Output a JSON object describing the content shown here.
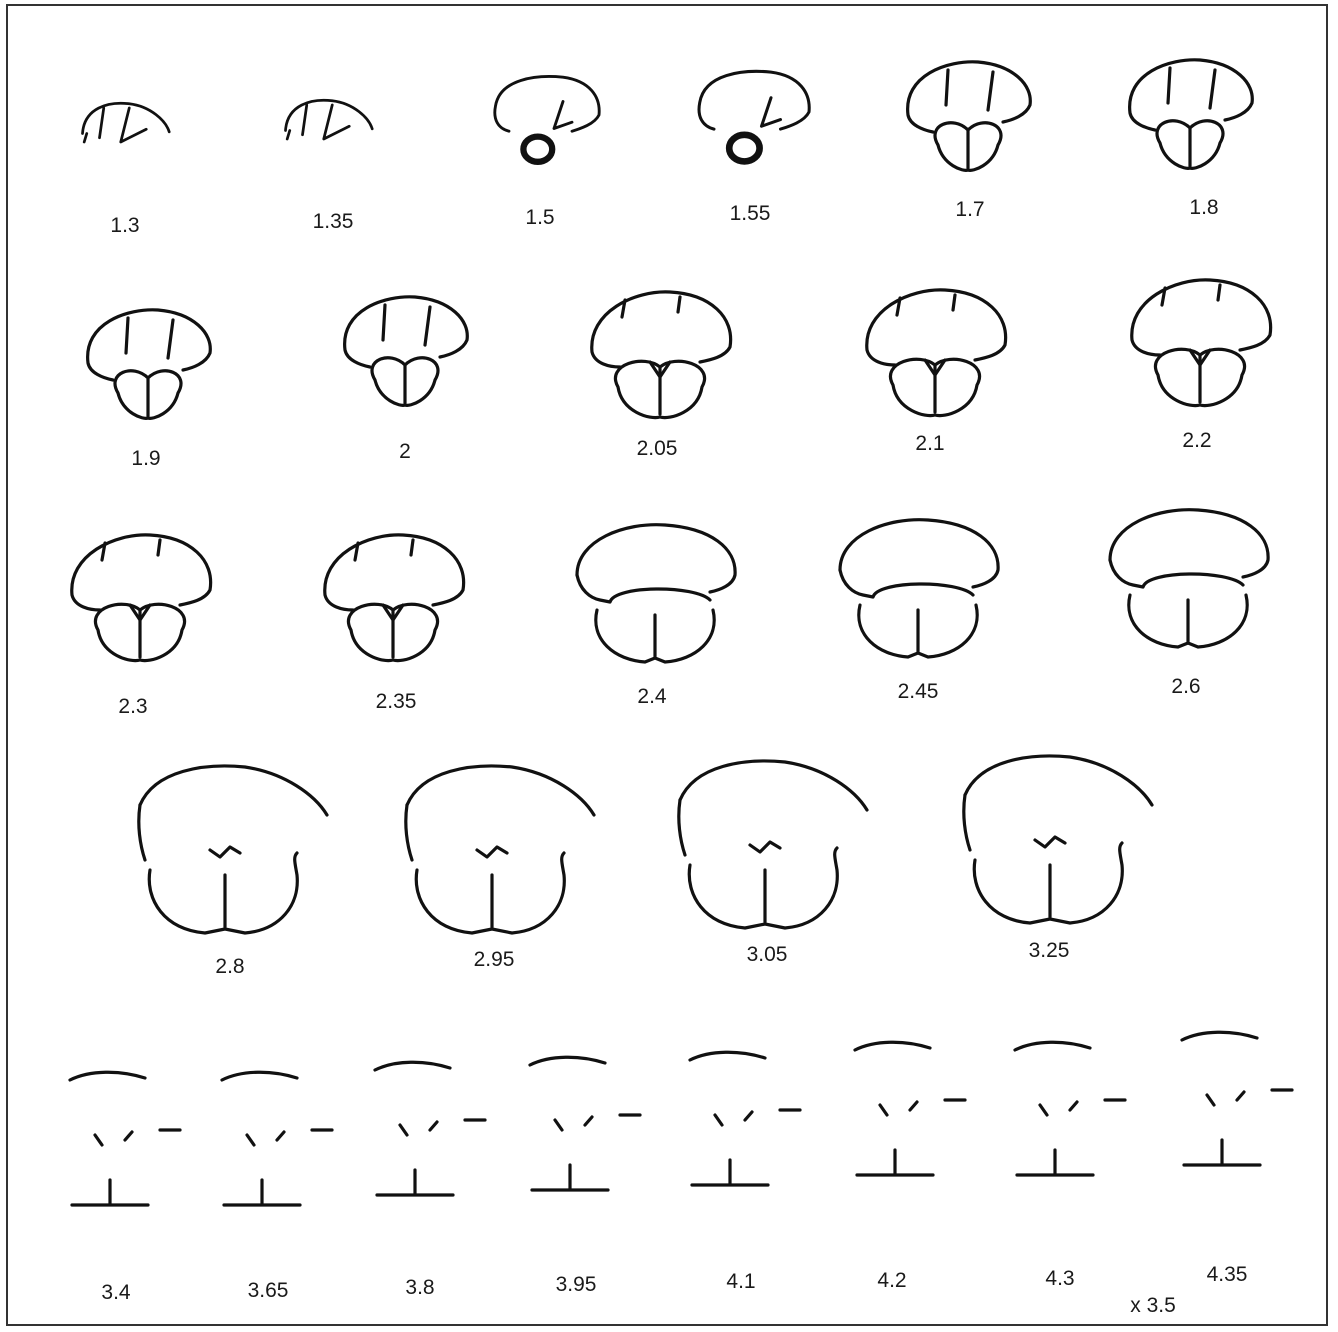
{
  "figure": {
    "sections": [
      {
        "label": "1.3",
        "kind": "A"
      },
      {
        "label": "1.35",
        "kind": "A"
      },
      {
        "label": "1.5",
        "kind": "B"
      },
      {
        "label": "1.55",
        "kind": "B"
      },
      {
        "label": "1.7",
        "kind": "C"
      },
      {
        "label": "1.8",
        "kind": "C"
      },
      {
        "label": "1.9",
        "kind": "C"
      },
      {
        "label": "2",
        "kind": "C"
      },
      {
        "label": "2.05",
        "kind": "D"
      },
      {
        "label": "2.1",
        "kind": "D"
      },
      {
        "label": "2.2",
        "kind": "D"
      },
      {
        "label": "2.3",
        "kind": "D"
      },
      {
        "label": "2.35",
        "kind": "D"
      },
      {
        "label": "2.4",
        "kind": "E"
      },
      {
        "label": "2.45",
        "kind": "E"
      },
      {
        "label": "2.6",
        "kind": "E"
      },
      {
        "label": "2.8",
        "kind": "F"
      },
      {
        "label": "2.95",
        "kind": "F"
      },
      {
        "label": "3.05",
        "kind": "F"
      },
      {
        "label": "3.25",
        "kind": "F"
      },
      {
        "label": "3.4",
        "kind": "G"
      },
      {
        "label": "3.65",
        "kind": "G"
      },
      {
        "label": "3.8",
        "kind": "G"
      },
      {
        "label": "3.95",
        "kind": "G"
      },
      {
        "label": "4.1",
        "kind": "G"
      },
      {
        "label": "4.2",
        "kind": "G"
      },
      {
        "label": "4.3",
        "kind": "G"
      },
      {
        "label": "4.35",
        "kind": "G"
      }
    ],
    "scale_note": "x 3.5"
  }
}
